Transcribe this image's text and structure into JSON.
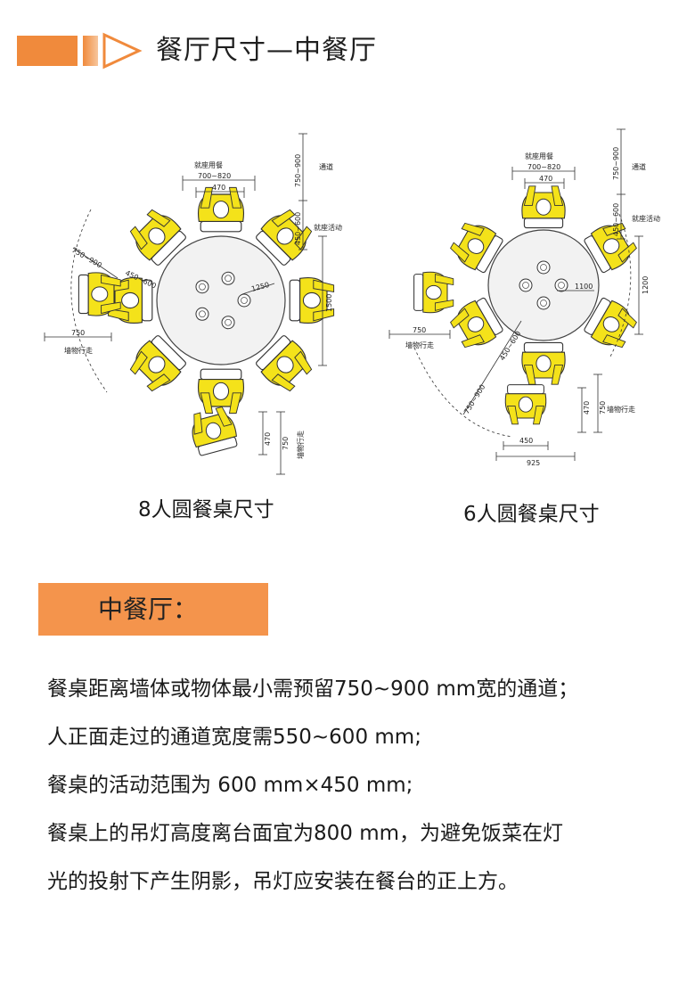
{
  "header": {
    "title": "餐厅尺寸—中餐厅",
    "accent_color": "#f08a3c",
    "arrow_icon": "chevron-right-outline"
  },
  "figure_8": {
    "caption": "8人圆餐桌尺寸",
    "labels": {
      "seat_use": "就座用餐",
      "seat_range": "700~820",
      "seat_width": "470",
      "aisle": "通道",
      "aisle_range": "750~900",
      "activity": "就座活动",
      "activity_range": "450~600",
      "diag_range": "750~900",
      "diag_range2": "450~600",
      "diameter": "1250",
      "height": "1500",
      "left_width": "750",
      "wall_walk": "墙物行走",
      "bottom_470": "470",
      "bottom_750": "750",
      "bottom_walk": "墙物行走"
    },
    "person_color": "#f4e21a"
  },
  "figure_6": {
    "caption": "6人圆餐桌尺寸",
    "labels": {
      "seat_use": "就座用餐",
      "seat_range": "700~820",
      "seat_width": "470",
      "aisle": "通道",
      "aisle_range": "750~900",
      "activity": "就座活动",
      "activity_range": "450~600",
      "diameter": "1100",
      "height": "1200",
      "left_width": "750",
      "wall_walk": "墙物行走",
      "diag_range": "750~900",
      "diag_range2": "450~600",
      "right_470": "470",
      "right_750": "750",
      "right_walk": "墙物行走",
      "bottom_450": "450",
      "bottom_925": "925"
    },
    "person_color": "#f4e21a"
  },
  "section": {
    "label": "中餐厅：",
    "color": "#f4944c"
  },
  "body": {
    "lines": [
      "餐桌距离墙体或物体最小需预留750~900 mm宽的通道；",
      "人正面走过的通道宽度需550~600 mm;",
      "餐桌的活动范围为 600 mm×450 mm;",
      "餐桌上的吊灯高度离台面宜为800 mm，为避免饭菜在灯",
      "光的投射下产生阴影，吊灯应安装在餐台的正上方。"
    ]
  }
}
